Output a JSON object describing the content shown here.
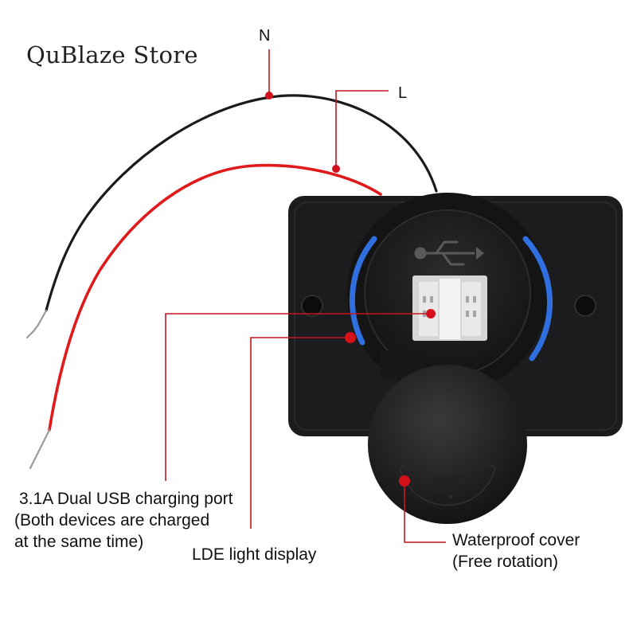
{
  "watermark": "QuBlaze Store",
  "callouts": {
    "neutral": "N",
    "live": "L",
    "usb_port": [
      "3.1A Dual USB charging port",
      "(Both devices are charged",
      "at the same time)"
    ],
    "led": "LDE light display",
    "cover": [
      "Waterproof cover",
      "(Free rotation)"
    ]
  },
  "colors": {
    "leader": "#c8141e",
    "wire_red": "#e01a1a",
    "wire_black": "#1b1b1b",
    "body": "#1c1c1e",
    "led_ring": "#2f6fe0"
  },
  "icons": [
    "usb-symbol-icon"
  ]
}
